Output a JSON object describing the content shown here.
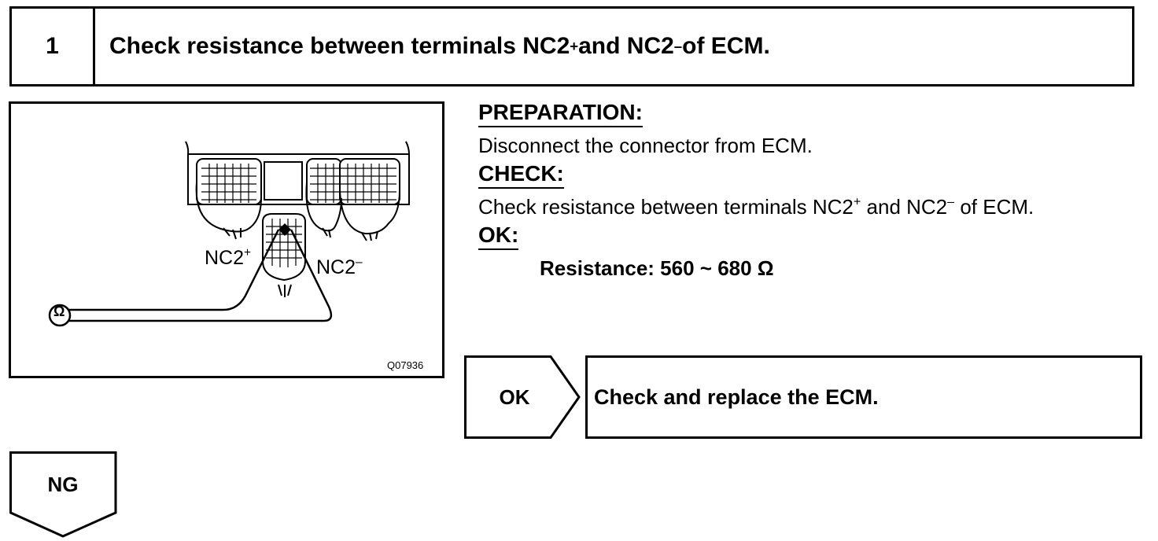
{
  "step": {
    "number": "1",
    "title_main": "Check resistance between terminals NC2",
    "title_sup1": "+",
    "title_mid": " and NC2",
    "title_sup2": "–",
    "title_end": " of ECM."
  },
  "figure": {
    "label_plus": "NC2",
    "label_plus_sup": "+",
    "label_minus": "NC2",
    "label_minus_sup": "–",
    "ohm_symbol": "Ω",
    "code": "Q07936"
  },
  "preparation": {
    "heading": "PREPARATION:",
    "text": "Disconnect the connector from ECM."
  },
  "check": {
    "heading": "CHECK:",
    "text_main": "Check resistance between terminals NC2",
    "text_sup1": "+",
    "text_mid": " and NC2",
    "text_sup2": "–",
    "text_end": " of ECM."
  },
  "ok_spec": {
    "heading": "OK:",
    "text": "Resistance: 560 ~ 680 Ω"
  },
  "ok_branch": {
    "label": "OK",
    "action": "Check and replace the ECM."
  },
  "ng_branch": {
    "label": "NG"
  }
}
